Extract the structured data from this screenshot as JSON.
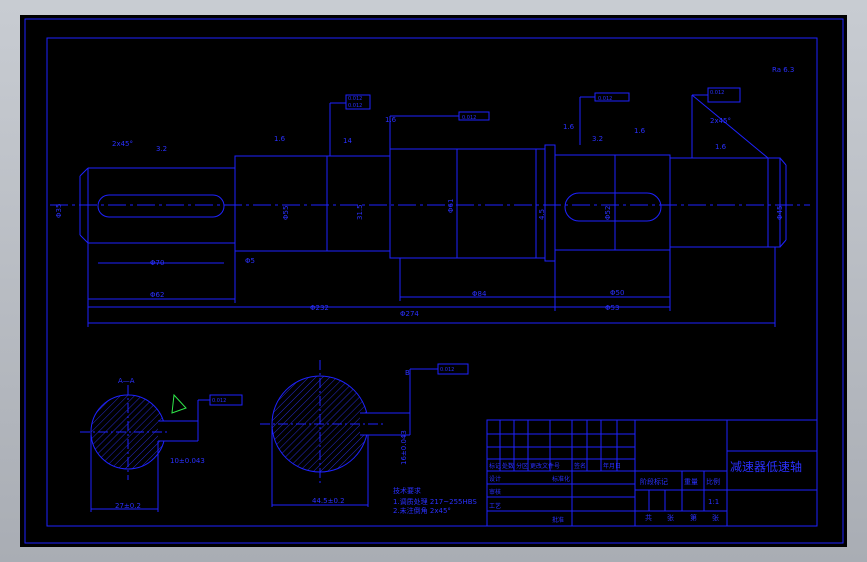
{
  "drawing": {
    "title": "减速器低速轴",
    "surface_finish_note": "Ra 6.3",
    "dims": {
      "overall": "Φ274",
      "seg_left": "Φ232",
      "seg_right": "Φ53",
      "mid_len": "Φ84",
      "key_len1": "Φ70",
      "key_len2": "Φ50",
      "shoulder": "Φ62",
      "small": "Φ5",
      "chamfer_left": "2x45°",
      "chamfer_right": "2x45°",
      "d_left": "Φ35",
      "d_right": "Φ45",
      "d_center": "Φ55",
      "d_body": "Φ61",
      "d_journal": "Φ52",
      "key_b": "14",
      "key_depth": "31.5",
      "key_depth2": "4.5",
      "ra1": "3.2",
      "ra2": "1.6",
      "ra3": "1.6",
      "ra4": "1.6",
      "ra5": "3.2",
      "ra6": "1.6",
      "ra7": "1.6"
    },
    "tolerances": {
      "t1": "0.012",
      "t2": "0.012",
      "t3": "0.012",
      "t4": "0.012",
      "t5": "0.012",
      "t6": "0.012",
      "t7": "0.012"
    },
    "section_a": {
      "label": "A—A",
      "dim1": "27±0.2",
      "dim2": "10±0.043"
    },
    "section_b": {
      "label": "B",
      "dim1": "44.5±0.2",
      "dim2": "16±0.043"
    },
    "notes": {
      "title": "技术要求",
      "line1": "1.调质处理 217~255HBS",
      "line2": "2.未注倒角 2x45°"
    },
    "title_block": {
      "label_marker": "标记",
      "label_count": "处数",
      "label_zone": "分区",
      "label_doc": "更改文件号",
      "label_sign": "签名",
      "label_date": "年月日",
      "label_design": "设计",
      "label_std": "标准化",
      "label_check": "审核",
      "label_craft": "工艺",
      "label_approve": "批准",
      "label_stage": "阶段标记",
      "label_weight": "重量",
      "label_scale": "比例",
      "scale_value": "1:1",
      "label_total": "共",
      "label_sheet_unit": "张",
      "label_page": "第",
      "label_page_unit": "张"
    }
  }
}
